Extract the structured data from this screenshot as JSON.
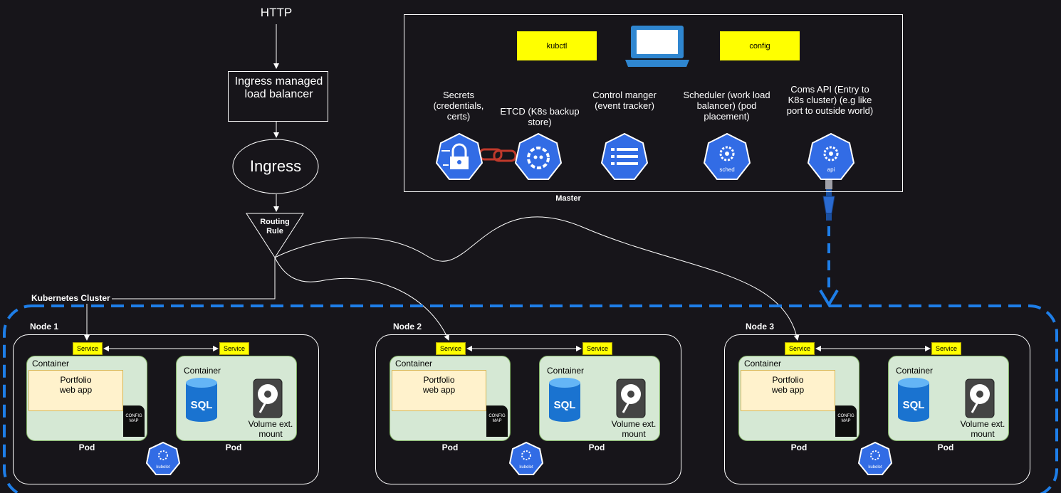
{
  "top": {
    "http_label": "HTTP",
    "ingress_lb_label": "Ingress managed load balancer",
    "ingress_label": "Ingress",
    "routing_rule_label": "Routing Rule"
  },
  "master": {
    "label": "Master",
    "kubctl_label": "kubctl",
    "config_label": "config",
    "components": [
      {
        "label": "Secrets (credentials, certs)",
        "icon": "lock-icon"
      },
      {
        "label": "ETCD (K8s backup store)",
        "icon": "etcd-icon"
      },
      {
        "label": "Control manger (event tracker)",
        "icon": "list-icon"
      },
      {
        "label": "Scheduler (work load balancer) (pod placement)",
        "icon": "sched-icon",
        "icon_text": "sched"
      },
      {
        "label": "Coms API (Entry to K8s cluster) (e.g like port to outside world)",
        "icon": "api-icon",
        "icon_text": "api"
      }
    ]
  },
  "cluster": {
    "label": "Kubernetes Cluster",
    "service_label": "Service",
    "container_label": "Container",
    "pod_label": "Pod",
    "app_label": "Portfolio web app",
    "configmap_label": "CONFIG MAP",
    "sql_label": "SQL",
    "volume_label": "Volume ext. mount",
    "kubelet_label": "kubelet",
    "nodes": [
      {
        "label": "Node 1"
      },
      {
        "label": "Node 2"
      },
      {
        "label": "Node 3"
      }
    ]
  },
  "colors": {
    "background": "#17151a",
    "k8s_blue": "#326ce5",
    "dashed_blue": "#1e7ee8",
    "yellow": "#ffff00",
    "pod_green": "#d5e8d4",
    "app_yellow": "#fff2cc"
  }
}
